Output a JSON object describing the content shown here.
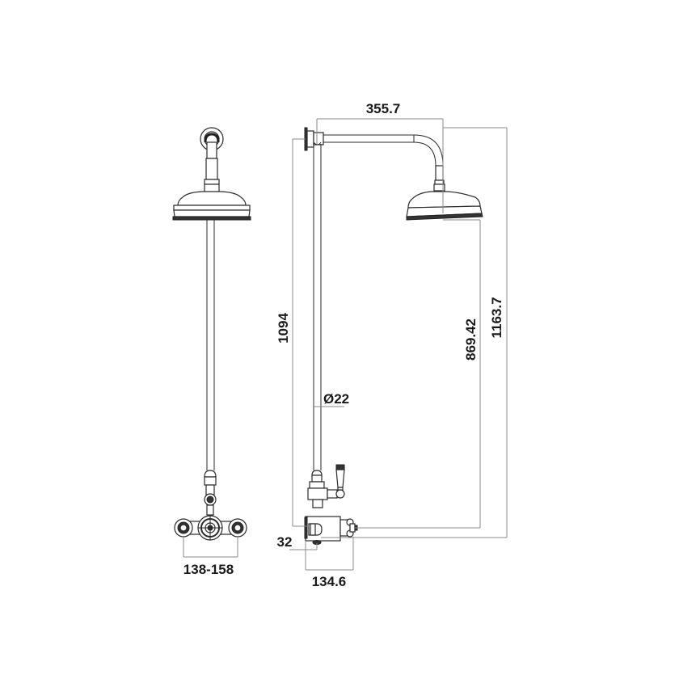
{
  "drawing": {
    "title": "Exposed thermostatic shower valve with rigid riser and fixed head - dimension drawing",
    "views": [
      "front-view",
      "side-view"
    ],
    "units": "mm",
    "line_color": "#2a2a2a",
    "dimension_line_color": "#8a8a8a"
  },
  "dimensions": {
    "front_valve_centres": "138-158",
    "arm_projection": "355.7",
    "riser_height": "1094",
    "riser_diameter": "Ø22",
    "head_to_valve_height": "869.42",
    "overall_height": "1163.7",
    "valve_wall_offset": "32",
    "valve_depth": "134.6"
  }
}
